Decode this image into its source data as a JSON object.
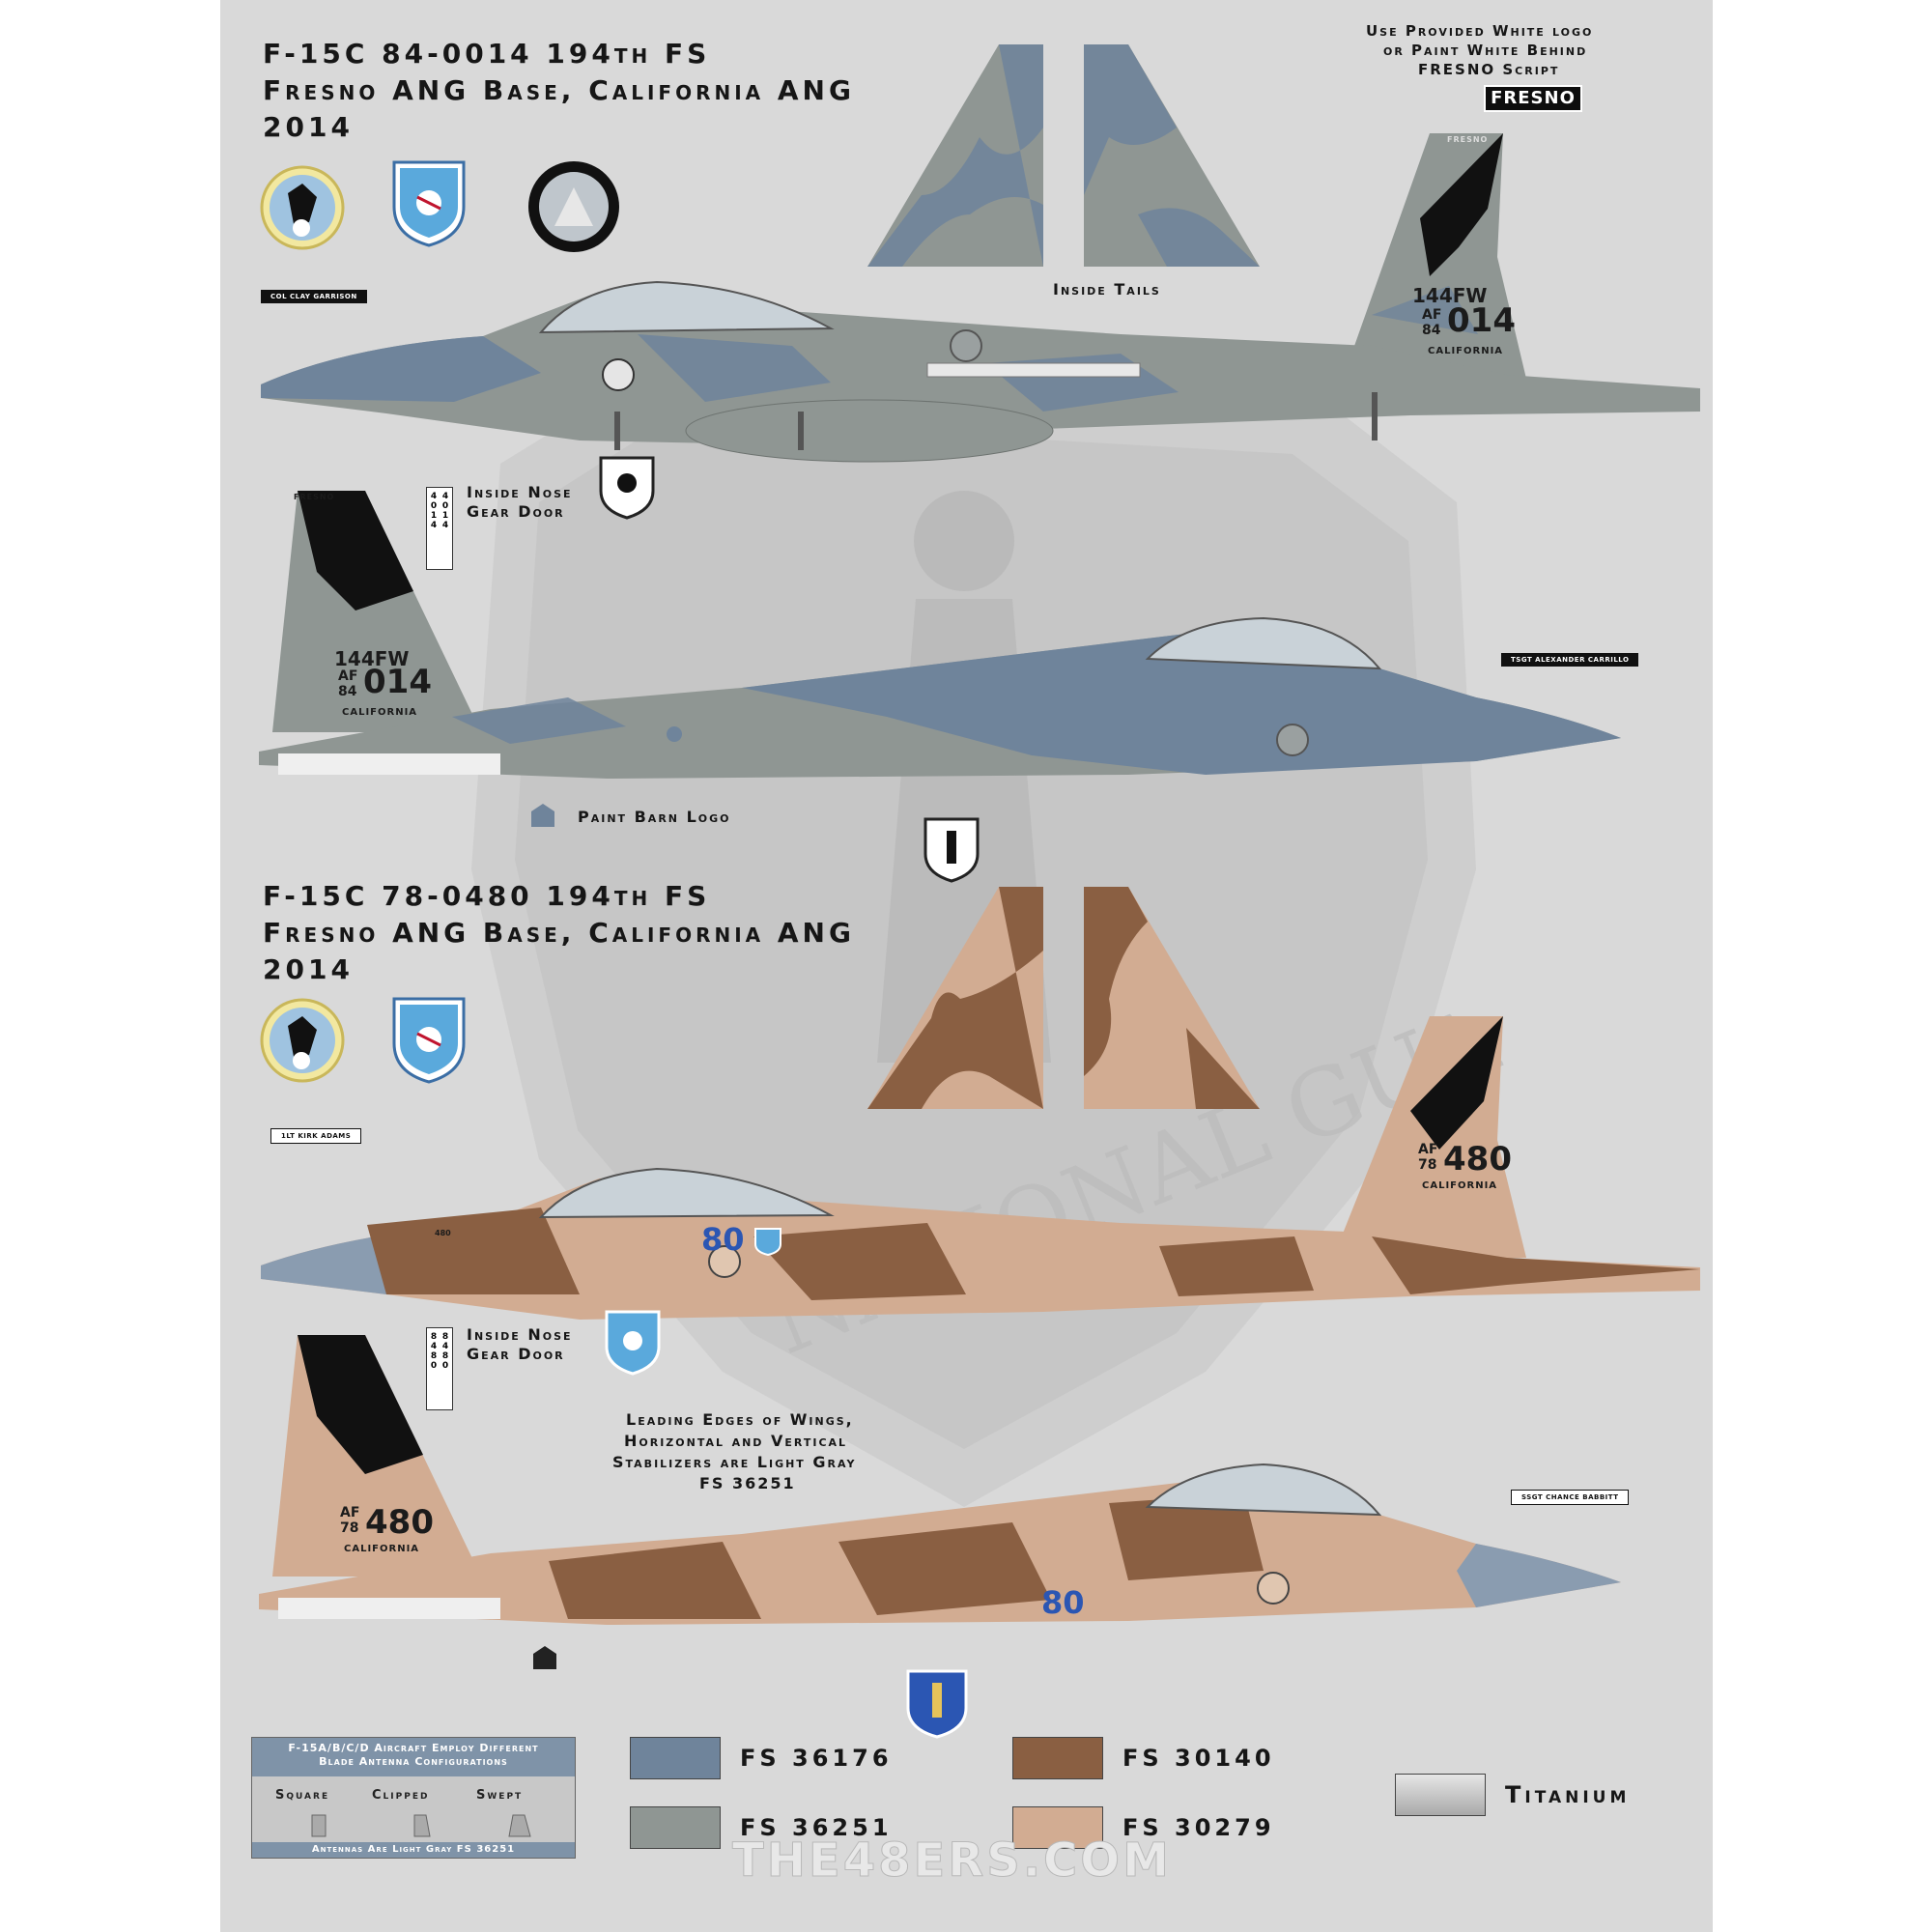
{
  "sheet": {
    "watermark": "THE48ERS.COM",
    "background_motif": "AIR NATIONAL GUARD"
  },
  "profile1": {
    "title_line1": "F-15C 84-0014  194th FS",
    "title_line2": "Fresno ANG Base, California ANG",
    "title_line3": "2014",
    "pilot_name": "COL CLAY GARRISON",
    "crew_chief_name": "TSGT ALEXANDER CARRILLO",
    "tail_unit": "144FW",
    "tail_af": "AF",
    "tail_year": "84",
    "tail_serial": "014",
    "tail_state": "CALIFORNIA",
    "tail_fresno": "FRESNO",
    "inside_tails_label": "Inside Tails",
    "nose_gear_label_1": "Inside Nose",
    "nose_gear_label_2": "Gear Door",
    "nose_gear_digits_left": "4014",
    "nose_gear_digits_right": "4014",
    "paint_barn_label": "Paint Barn Logo"
  },
  "logo_note": {
    "line1": "Use Provided White logo",
    "line2": "or Paint White Behind",
    "line3": "FRESNO Script",
    "logo_text": "FRESNO"
  },
  "profile2": {
    "title_line1": "F-15C 78-0480  194th FS",
    "title_line2": "Fresno ANG Base, California ANG",
    "title_line3": "2014",
    "pilot_name": "1LT KIRK ADAMS",
    "crew_chief_name": "SSGT CHANCE BABBITT",
    "tail_af": "AF",
    "tail_year": "78",
    "tail_serial": "480",
    "tail_state": "CALIFORNIA",
    "fuselage_number": "80",
    "nose_number": "480",
    "nose_gear_label_1": "Inside Nose",
    "nose_gear_label_2": "Gear Door",
    "nose_gear_digits_left": "8480",
    "nose_gear_digits_right": "8480",
    "leading_edge_1": "Leading Edges of Wings,",
    "leading_edge_2": "Horizontal and Vertical",
    "leading_edge_3": "Stabilizers are Light Gray",
    "leading_edge_4": "FS 36251"
  },
  "antenna_box": {
    "header_1": "F-15A/B/C/D Aircraft Employ Different",
    "header_2": "Blade Antenna Configurations",
    "square": "Square",
    "clipped": "Clipped",
    "swept": "Swept",
    "footer": "Antennas Are Light Gray FS 36251"
  },
  "colors": {
    "sheet_bg": "#d9d9d9",
    "fs36176": "#6f849b",
    "fs36251": "#8f9693",
    "fs30140": "#8a5f42",
    "fs30279": "#d2ac92",
    "titanium": "#c6c6c6"
  },
  "legend": [
    {
      "code": "FS 36176",
      "color": "#6f849b"
    },
    {
      "code": "FS 36251",
      "color": "#8f9693"
    },
    {
      "code": "FS 30140",
      "color": "#8a5f42"
    },
    {
      "code": "FS 30279",
      "color": "#d2ac92"
    },
    {
      "code": "Titanium",
      "color": "#c6c6c6"
    }
  ]
}
